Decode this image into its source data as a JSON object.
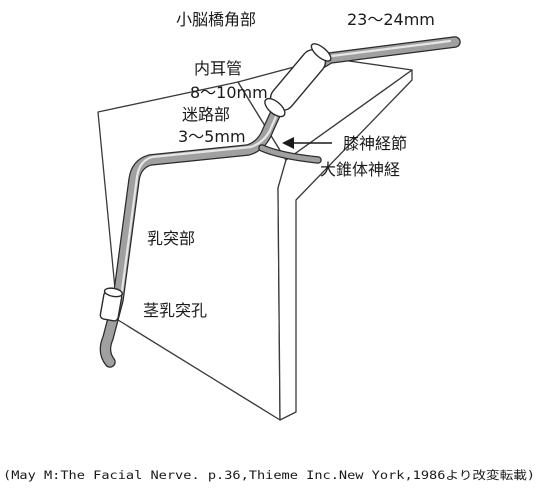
{
  "labels": {
    "cerebellopontine_angle": "小脳橋角部",
    "cp_length": "23～24mm",
    "internal_auditory_canal": "内耳管",
    "iac_length": "8～10mm",
    "labyrinthine": "迷路部",
    "lab_length": "3～5mm",
    "geniculate_ganglion": "膝神経節",
    "greater_petrosal_nerve": "大錐体神経",
    "mastoid": "乳突部",
    "stylomastoid_foramen": "茎乳突孔"
  },
  "caption": "(May M:The Facial Nerve. p.36,Thieme Inc.New York,1986より改変転載)",
  "colors": {
    "nerve_fill": "#a0a0a0",
    "outline": "#2a2a2a",
    "bone_fill": "#ffffff"
  }
}
